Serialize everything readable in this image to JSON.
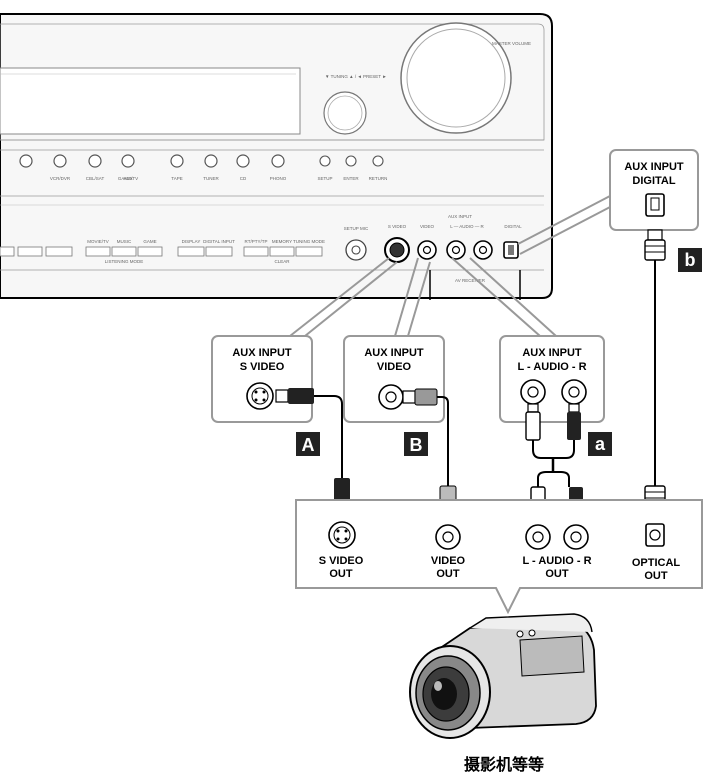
{
  "receiver": {
    "master_volume": "MASTER VOLUME",
    "tuning_preset": "▼ TUNING ▲ / ◄ PRESET ►",
    "input_buttons": [
      "VCR/DVR",
      "CBL/SAT",
      "GAME/TV",
      "AUX",
      "TAPE",
      "TUNER",
      "CD",
      "PHONO"
    ],
    "menu_buttons": [
      "SETUP",
      "ENTER",
      "RETURN"
    ],
    "mode_buttons": [
      "MOVIE/TV",
      "MUSIC",
      "GAME"
    ],
    "listening_mode": "LISTENING MODE",
    "display_buttons": [
      "DISPLAY",
      "DIGITAL INPUT"
    ],
    "rt_buttons": [
      "RT/PTY/TP",
      "MEMORY",
      "TUNING MODE"
    ],
    "clear": "CLEAR",
    "setup_mic": "SETUP MIC",
    "aux_input": "AUX INPUT",
    "aux_jacks": [
      "S VIDEO",
      "VIDEO",
      "L — AUDIO — R",
      "DIGITAL"
    ],
    "av_receiver": "AV RECEIVER"
  },
  "callouts": {
    "svideo": {
      "line1": "AUX INPUT",
      "line2": "S VIDEO"
    },
    "video": {
      "line1": "AUX INPUT",
      "line2": "VIDEO"
    },
    "audio": {
      "line1": "AUX INPUT",
      "line2": "L - AUDIO - R"
    },
    "digital": {
      "line1": "AUX INPUT",
      "line2": "DIGITAL"
    }
  },
  "cable_labels": {
    "A": "A",
    "B": "B",
    "a": "a",
    "b": "b"
  },
  "outputs": {
    "svideo": {
      "line1": "S VIDEO",
      "line2": "OUT"
    },
    "video": {
      "line1": "VIDEO",
      "line2": "OUT"
    },
    "audio": {
      "line1": "L - AUDIO - R",
      "line2": "OUT"
    },
    "optical": {
      "line1": "OPTICAL",
      "line2": "OUT"
    }
  },
  "caption": "摄影机等等"
}
